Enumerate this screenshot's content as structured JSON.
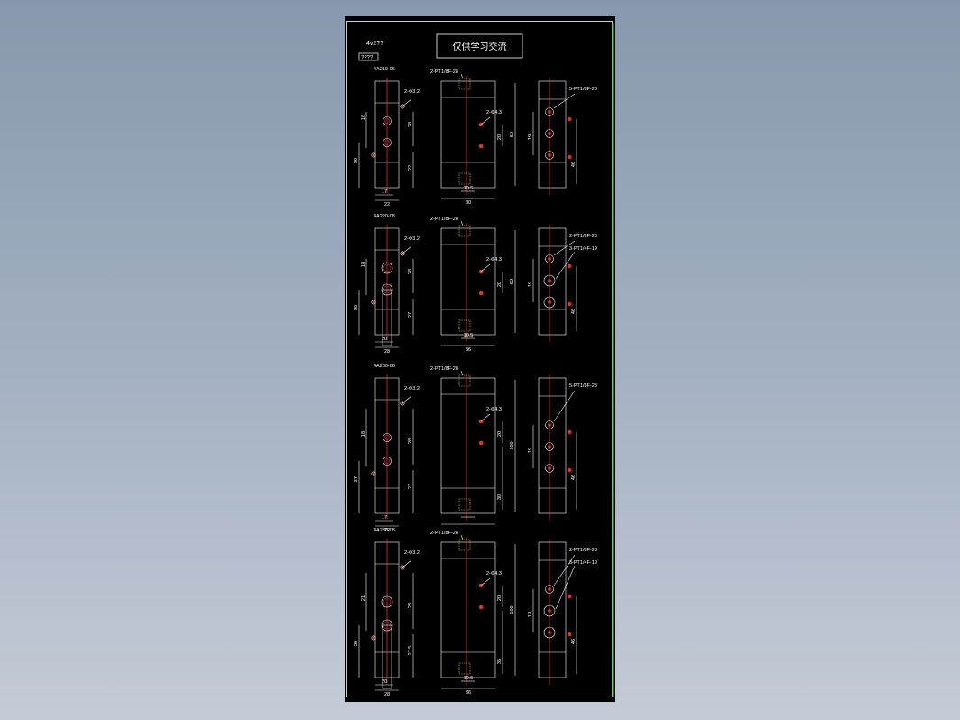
{
  "drawing": {
    "title": "仅供学习交流",
    "header_code": "4v2??",
    "header_box": "????",
    "colors": {
      "background": "#000000",
      "outline": "#ffffff",
      "centerline": "#e0332b",
      "hole": "#e0332b",
      "port": "#e8d21a",
      "border": "#27c43a"
    },
    "groups": [
      {
        "model": "4A210-06",
        "side_hole_note": "2-Φ3.2",
        "front_port_note": "2-PT1/8F-28",
        "front_hole_note": "2-Φ4.3",
        "right_port_notes": [
          "5-PT1/8F-28"
        ],
        "front_bottom_dim": "10.5",
        "front_width_dim": "30",
        "side_bottom_dims": [
          "17",
          "22"
        ],
        "side_vertical_dims": [
          "18",
          "30",
          "28",
          "22"
        ],
        "front_vertical_dims": [
          "20",
          "50"
        ],
        "right_vertical_dims": [
          "19",
          "46"
        ]
      },
      {
        "model": "4A220-08",
        "side_hole_note": "2-Φ3.2",
        "front_port_note": "2-PT1/8F-28",
        "front_hole_note": "2-Φ4.3",
        "right_port_notes": [
          "2-PT1/8F-28",
          "3-PT1/4F-19"
        ],
        "front_bottom_dim": "10.5",
        "front_width_dim": "36",
        "side_bottom_dims": [
          "20",
          "28"
        ],
        "side_vertical_dims": [
          "18",
          "30",
          "28",
          "27"
        ],
        "front_vertical_dims": [
          "20",
          "52"
        ],
        "right_vertical_dims": [
          "19",
          "46"
        ]
      },
      {
        "model": "4A230-06",
        "side_hole_note": "2-Φ3.2",
        "front_port_note": "2-PT1/8F-28",
        "front_hole_note": "2-Φ4.3",
        "right_port_notes": [
          "5-PT1/8F-28"
        ],
        "front_bottom_dim": "",
        "front_width_dim": "",
        "side_bottom_dims": [
          "17",
          "22"
        ],
        "side_vertical_dims": [
          "18",
          "27",
          "28",
          "27"
        ],
        "front_vertical_dims": [
          "20",
          "100",
          "30"
        ],
        "right_vertical_dims": [
          "19",
          "46"
        ]
      },
      {
        "model": "4A230-08",
        "side_hole_note": "2-Φ3.2",
        "front_port_note": "2-PT1/8F-28",
        "front_hole_note": "2-Φ4.3",
        "right_port_notes": [
          "2-PT1/8F-28",
          "3-PT1/4F-19"
        ],
        "front_bottom_dim": "10.5",
        "front_width_dim": "36",
        "side_bottom_dims": [
          "20",
          "28"
        ],
        "side_vertical_dims": [
          "21",
          "30",
          "28",
          "27.5"
        ],
        "front_vertical_dims": [
          "20",
          "100",
          "35"
        ],
        "right_vertical_dims": [
          "19",
          "46"
        ]
      }
    ]
  }
}
